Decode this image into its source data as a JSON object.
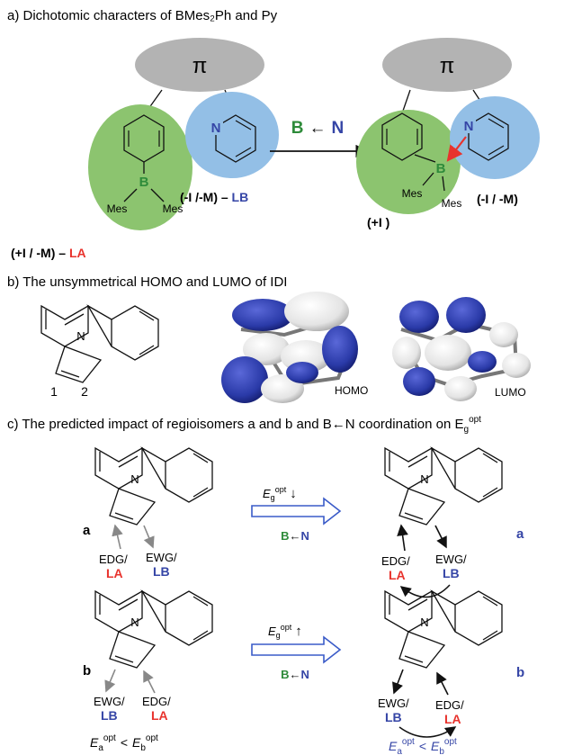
{
  "sections": {
    "a_title": "a) Dichotomic characters of BMes₂Ph and Py",
    "b_title": "b) The unsymmetrical HOMO and LUMO of IDI",
    "c_title": "c) The predicted impact of regioisomers a and b and B←N coordination on E",
    "c_title_sub": "g",
    "c_title_sup": "opt"
  },
  "panel_a": {
    "pi": "π",
    "atom_B": "B",
    "atom_N": "N",
    "mes": "Mes",
    "arrow_label_B": "B",
    "arrow_label_arrow": "←",
    "arrow_label_N": "N",
    "left_effect_1": "(+I / -M) – ",
    "left_effect_LA": "LA",
    "left_py_effect_1": "(-I /-M) – ",
    "left_py_effect_LB": "LB",
    "right_effect_1": "(+I )",
    "right_py_effect_1": "(-I / -M)"
  },
  "panel_b": {
    "pos1": "1",
    "pos2": "2",
    "homo": "HOMO",
    "lumo": "LUMO",
    "atom_N": "N"
  },
  "panel_c": {
    "label_a": "a",
    "label_b": "b",
    "eg": "E",
    "eg_sub": "g",
    "eg_sup": "opt",
    "down_arrow": "↓",
    "up_arrow": "↑",
    "coord_B": "B",
    "coord_arrow": "←",
    "coord_N": "N",
    "edg": "EDG/",
    "ewg": "EWG/",
    "la": "LA",
    "lb": "LB",
    "ineq_E": "E",
    "ineq_a": "a",
    "ineq_b": "b",
    "ineq_opt": "opt",
    "ineq_lt": "<"
  },
  "colors": {
    "green_fill": "#8cc46f",
    "blue_fill": "#93bfe6",
    "grey_fill": "#b3b3b3",
    "label_red": "#e8332d",
    "label_blue": "#3545a6",
    "label_green": "#2e8b3a",
    "orbital_blue": "#2a3aa8"
  }
}
